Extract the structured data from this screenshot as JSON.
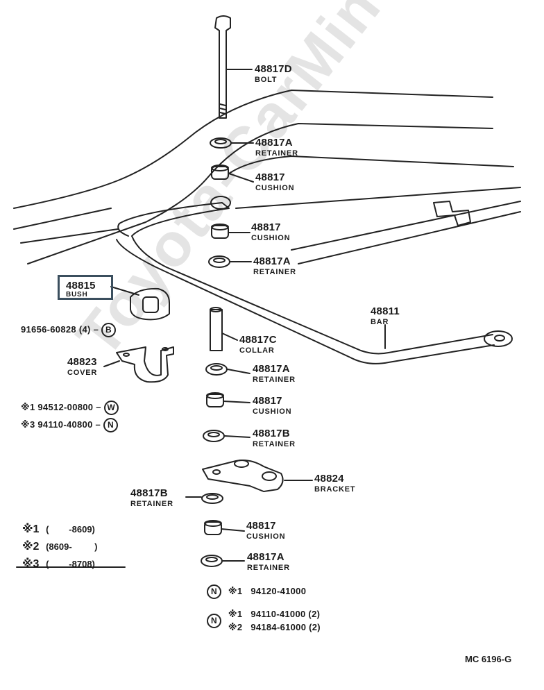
{
  "watermark": "Toyota-CarMine.ru",
  "parts": {
    "bolt": {
      "pn": "48817D",
      "name": "BOLT"
    },
    "retainer_top": {
      "pn": "48817A",
      "name": "RETAINER"
    },
    "cushion_top": {
      "pn": "48817",
      "name": "CUSHION"
    },
    "cushion_2": {
      "pn": "48817",
      "name": "CUSHION"
    },
    "retainer_2": {
      "pn": "48817A",
      "name": "RETAINER"
    },
    "bush": {
      "pn": "48815",
      "name": "BUSH"
    },
    "bar": {
      "pn": "48811",
      "name": "BAR"
    },
    "collar": {
      "pn": "48817C",
      "name": "COLLAR"
    },
    "cover": {
      "pn": "48823",
      "name": "COVER"
    },
    "retainer_3": {
      "pn": "48817A",
      "name": "RETAINER"
    },
    "cushion_3": {
      "pn": "48817",
      "name": "CUSHION"
    },
    "retainer_b1": {
      "pn": "48817B",
      "name": "RETAINER"
    },
    "bracket": {
      "pn": "48824",
      "name": "BRACKET"
    },
    "retainer_b2": {
      "pn": "48817B",
      "name": "RETAINER"
    },
    "cushion_4": {
      "pn": "48817",
      "name": "CUSHION"
    },
    "retainer_4": {
      "pn": "48817A",
      "name": "RETAINER"
    }
  },
  "fasteners": {
    "bolt_b": {
      "text": "91656-60828 (4)",
      "dash": "–",
      "symbol": "B"
    },
    "washer_w": {
      "mark": "※1",
      "text": "94512-00800",
      "dash": "–",
      "symbol": "W"
    },
    "nut_n1": {
      "mark": "※3",
      "text": "94110-40800",
      "dash": "–",
      "symbol": "N"
    },
    "nut_n2": {
      "symbol": "N",
      "mark": "※1",
      "text": "94120-41000"
    },
    "nut_n3": {
      "symbol": "N",
      "mark1": "※1",
      "text1": "94110-41000 (2)",
      "mark2": "※2",
      "text2": "94184-61000 (2)"
    }
  },
  "legend": [
    {
      "mark": "※1",
      "range": "(        -8609)"
    },
    {
      "mark": "※2",
      "range": "(8609-         )"
    },
    {
      "mark": "※3",
      "range": "(        -8708)"
    }
  ],
  "footer": "MC 6196-G"
}
